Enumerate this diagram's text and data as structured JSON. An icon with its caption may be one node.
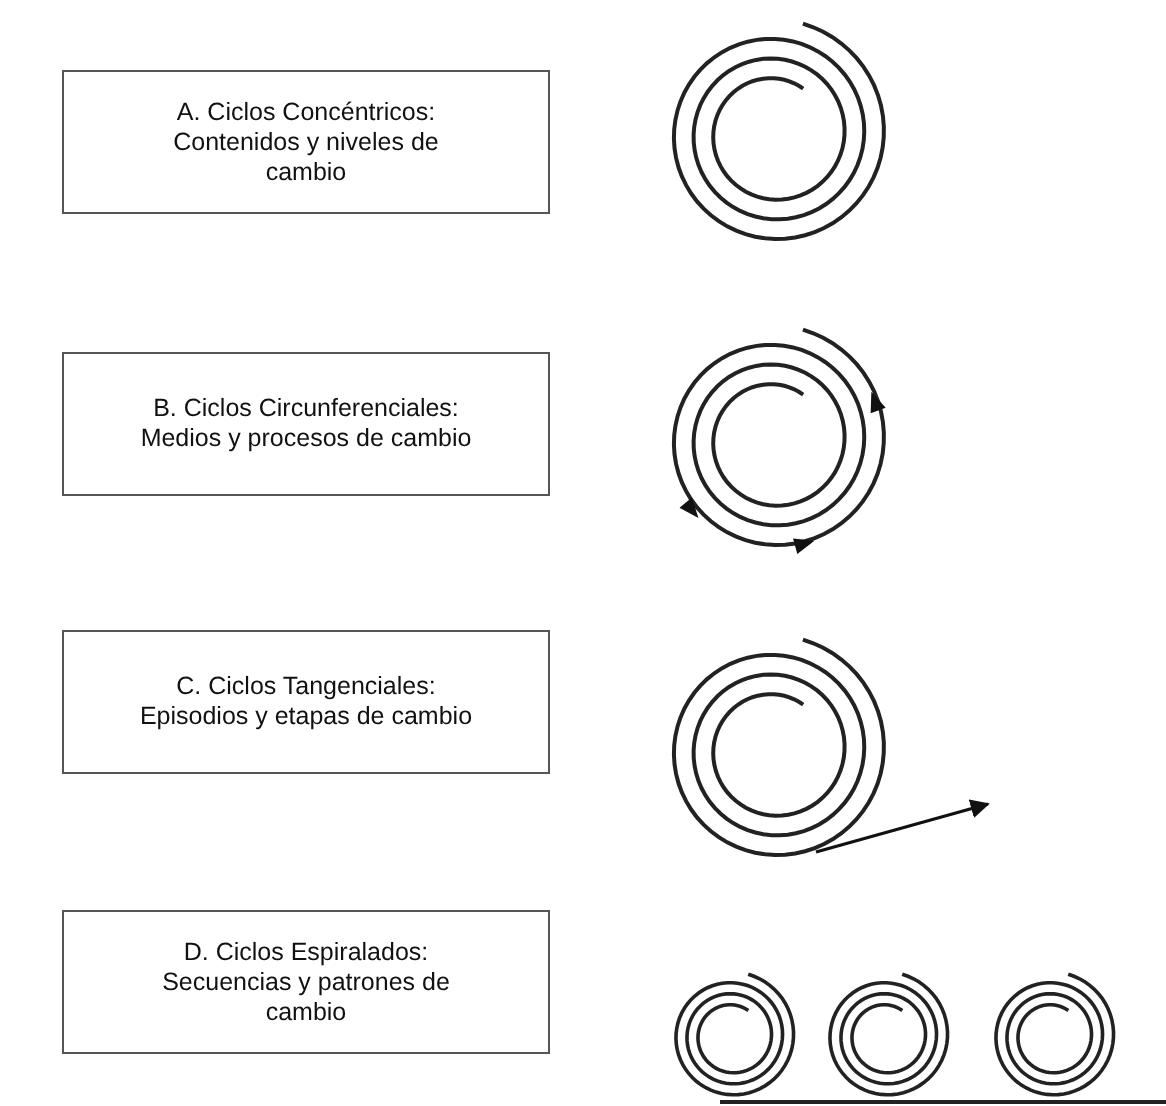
{
  "diagram": {
    "nodes": [
      {
        "text": [
          "A. Ciclos Concéntricos: Contenidos y niveles de cambio"
        ]
      },
      {
        "text": [
          "B. Ciclos Circunferenciales: Medios y procesos de cambio"
        ]
      },
      {
        "text": [
          "C. Ciclos Tangenciales: Episodios y etapas de cambio"
        ]
      },
      {
        "text": [
          "D. Ciclos Espiralados: Secuencias y patrones de cambio"
        ]
      }
    ]
  }
}
